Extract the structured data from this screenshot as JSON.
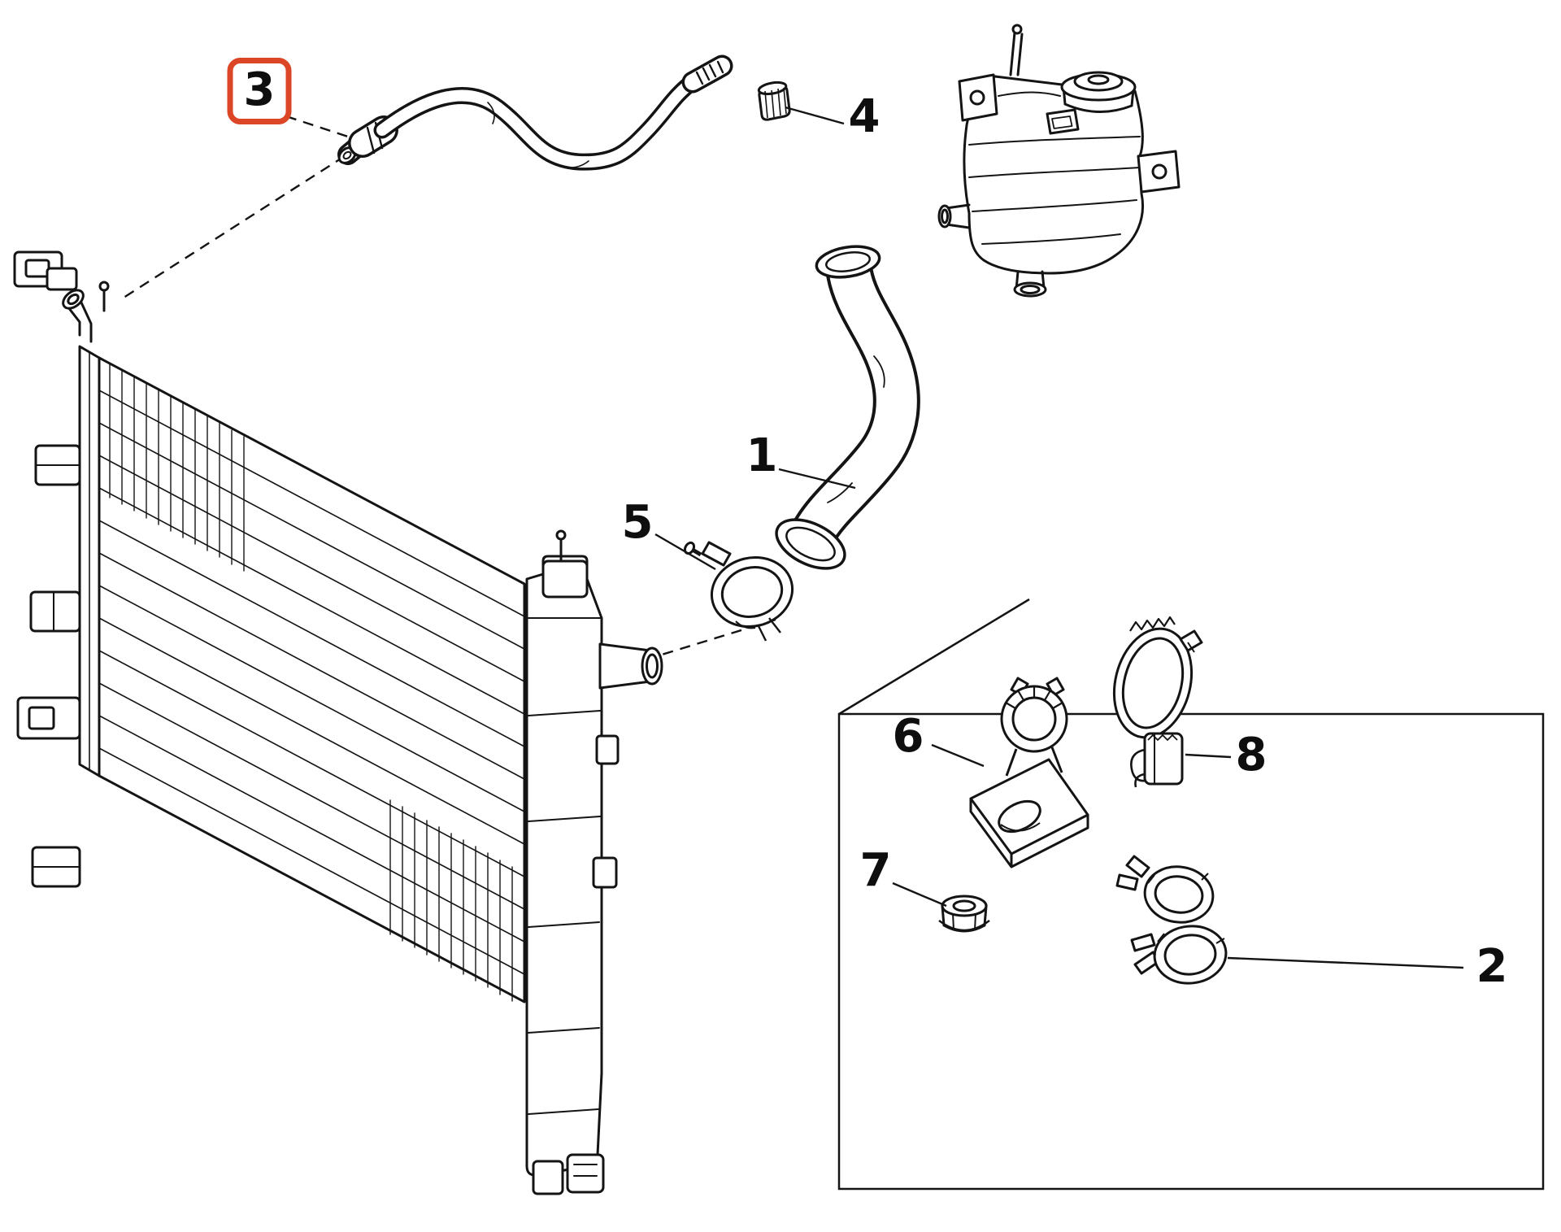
{
  "diagram": {
    "highlight_color": "#db4627",
    "line_color": "#141414",
    "background_color": "#ffffff",
    "callouts": {
      "n1": {
        "label": "1",
        "highlighted": false
      },
      "n2": {
        "label": "2",
        "highlighted": false
      },
      "n3": {
        "label": "3",
        "highlighted": true
      },
      "n4": {
        "label": "4",
        "highlighted": false
      },
      "n5": {
        "label": "5",
        "highlighted": false
      },
      "n6": {
        "label": "6",
        "highlighted": false
      },
      "n7": {
        "label": "7",
        "highlighted": false
      },
      "n8": {
        "label": "8",
        "highlighted": false
      }
    }
  }
}
